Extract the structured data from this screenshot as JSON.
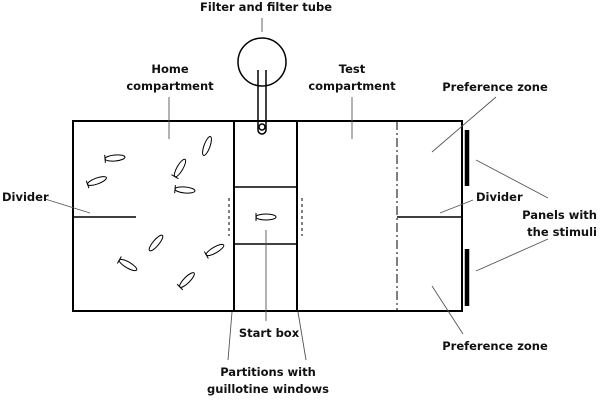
{
  "labels": {
    "filter": "Filter and filter tube",
    "home_line1": "Home",
    "home_line2": "compartment",
    "test_line1": "Test",
    "test_line2": "compartment",
    "pref_top": "Preference zone",
    "pref_bottom": "Preference zone",
    "divider_left": "Divider",
    "divider_right": "Divider",
    "panels_line1": "Panels with",
    "panels_line2": "the stimuli",
    "start_box": "Start box",
    "partitions_line1": "Partitions with",
    "partitions_line2": "guillotine windows"
  },
  "colors": {
    "stroke": "#000000",
    "text": "#111111",
    "leader": "#555555"
  }
}
